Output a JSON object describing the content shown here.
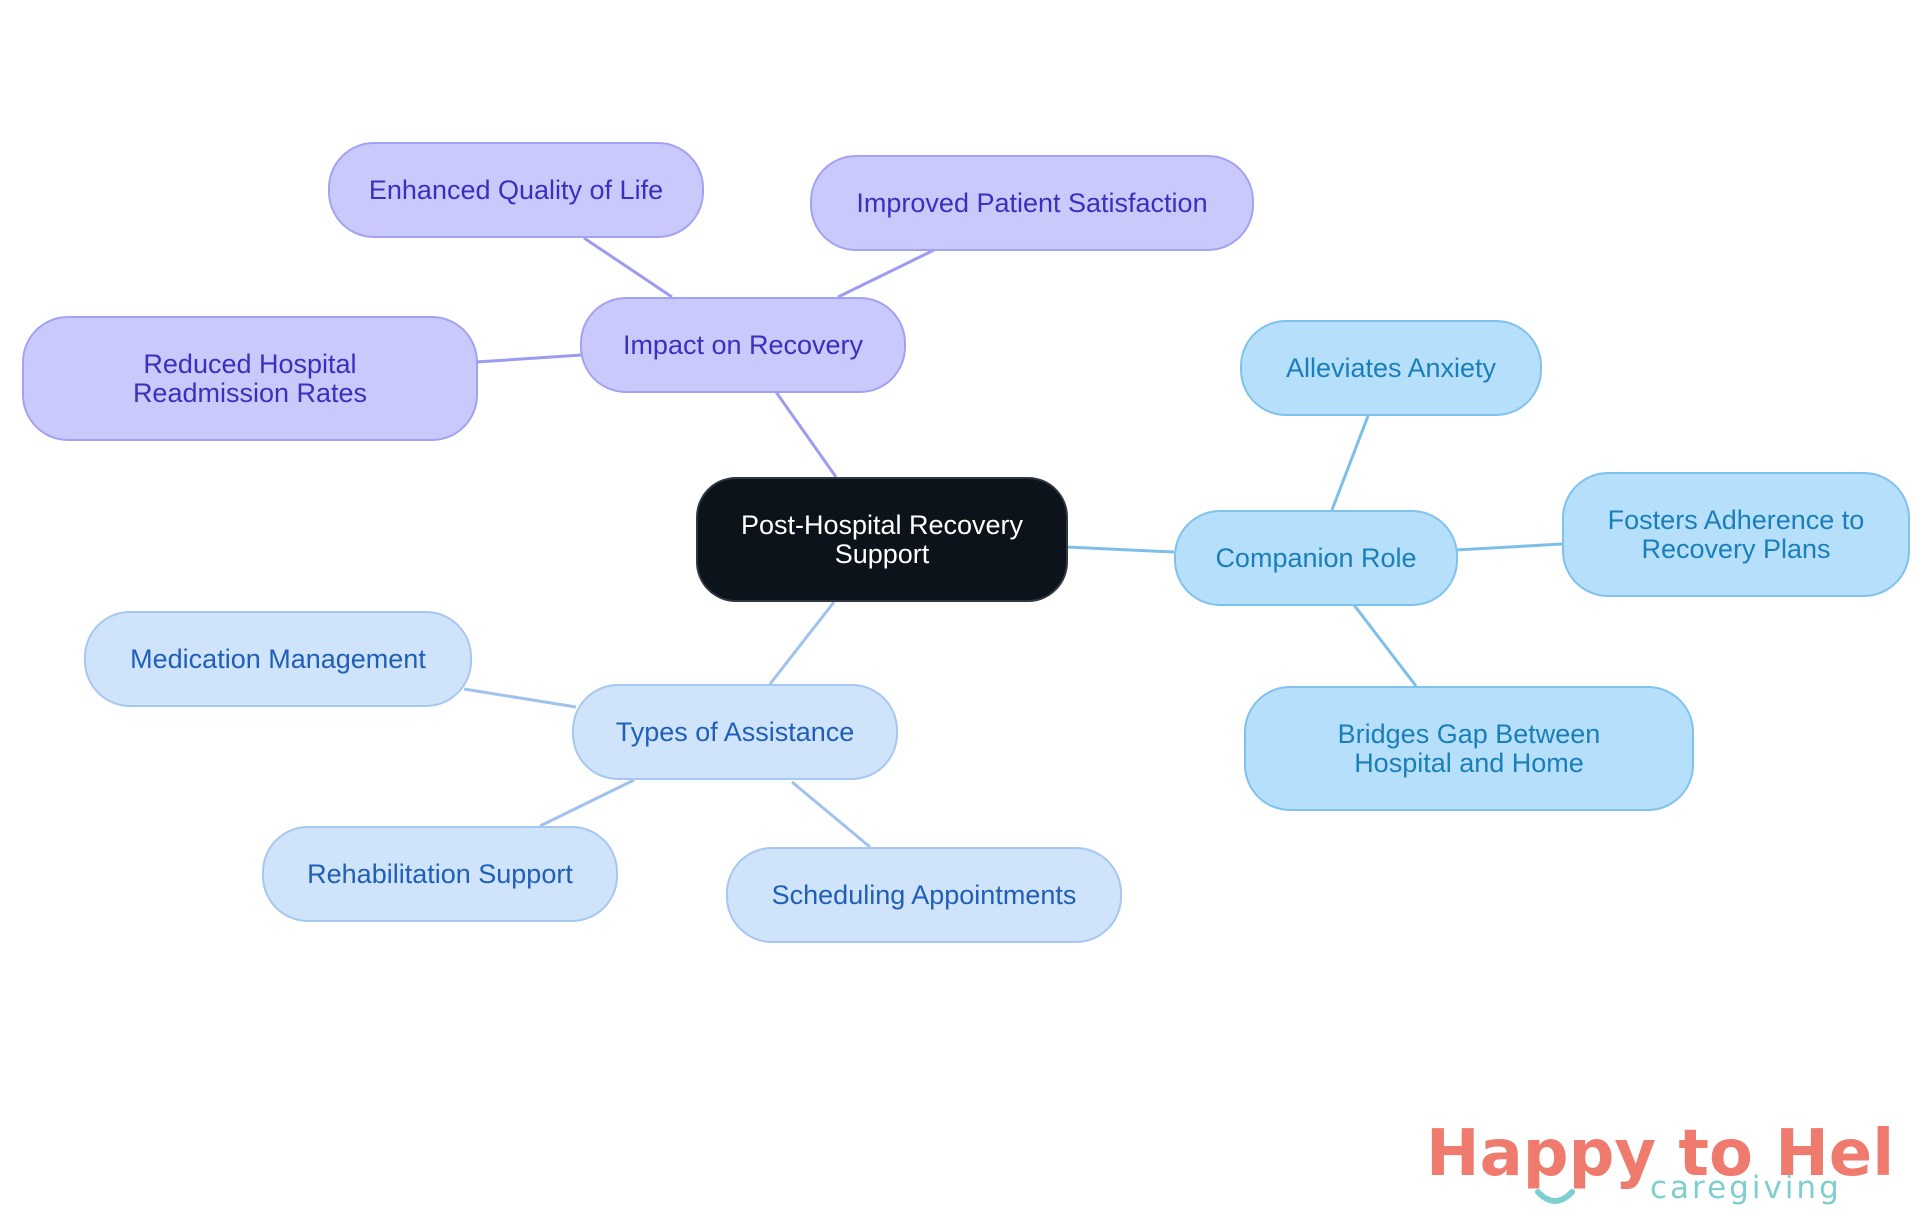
{
  "center": "Post-Hospital Recovery Support",
  "branches": {
    "impact": {
      "label": "Impact on Recovery",
      "children": [
        "Enhanced Quality of Life",
        "Improved Patient Satisfaction",
        "Reduced Hospital Readmission Rates"
      ]
    },
    "companion": {
      "label": "Companion Role",
      "children": [
        "Alleviates Anxiety",
        "Fosters Adherence to Recovery Plans",
        "Bridges Gap Between Hospital and Home"
      ]
    },
    "assistance": {
      "label": "Types of Assistance",
      "children": [
        "Medication Management",
        "Rehabilitation Support",
        "Scheduling Appointments"
      ]
    }
  },
  "colors": {
    "impact_line": "#9c9cf0",
    "companion_line": "#7cc0ea",
    "assistance_line": "#9fc2ee"
  },
  "logo": {
    "name_part1": "Happ",
    "name_part2": "y to Help",
    "tagline": "caregiving"
  }
}
